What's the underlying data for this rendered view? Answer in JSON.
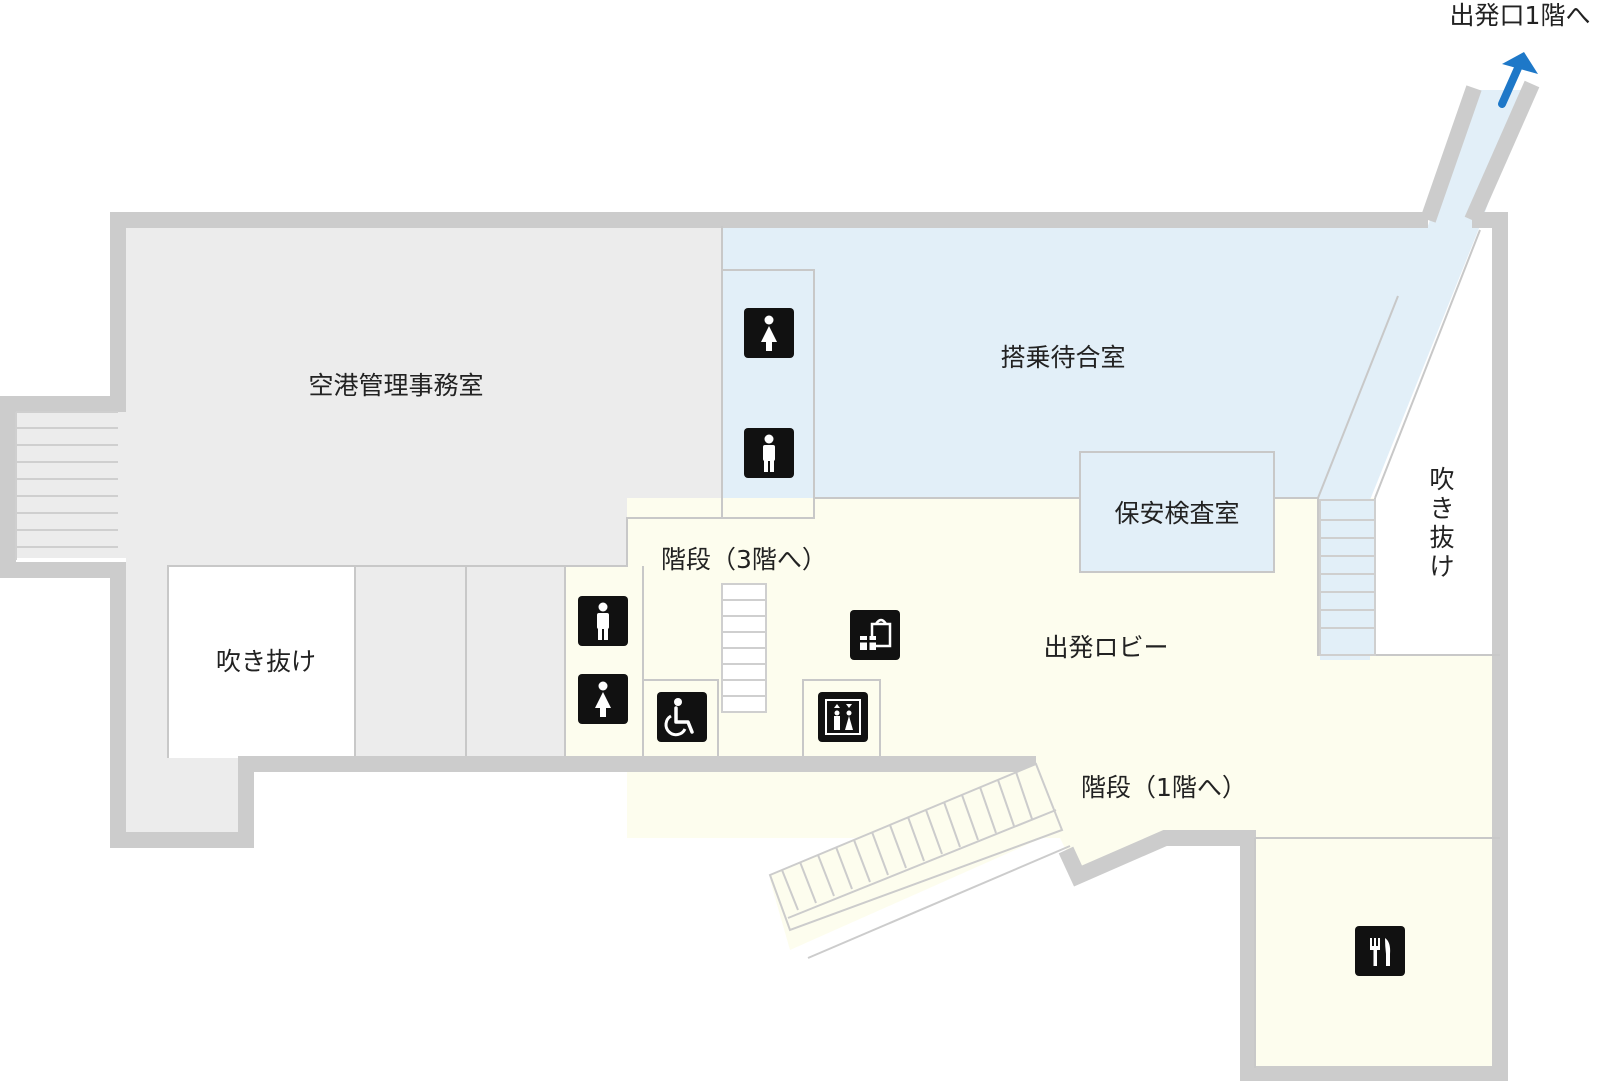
{
  "map": {
    "rooms": {
      "admin_office": "空港管理事務室",
      "boarding_lounge": "搭乗待合室",
      "security_check": "保安検査室",
      "atrium_left": "吹き抜け",
      "atrium_right": [
        "吹",
        "き",
        "抜",
        "け"
      ],
      "departure_lobby": "出発ロビー",
      "stairs_up": "階段（3階へ）",
      "stairs_down": "階段（1階へ）",
      "exit": "出発口1階へ"
    },
    "colors": {
      "office": "#ececec",
      "boarding": "#e2eff8",
      "lobby": "#fdfdee",
      "wall": "#cccccc",
      "divider": "#c8c8c8",
      "icon_bg": "#111111",
      "arrow": "#1e78c8"
    },
    "icons": [
      "female-toilet-icon",
      "male-toilet-icon",
      "accessible-toilet-icon",
      "gift-shop-icon",
      "elevator-icon",
      "restaurant-icon",
      "exit-arrow-icon"
    ]
  }
}
